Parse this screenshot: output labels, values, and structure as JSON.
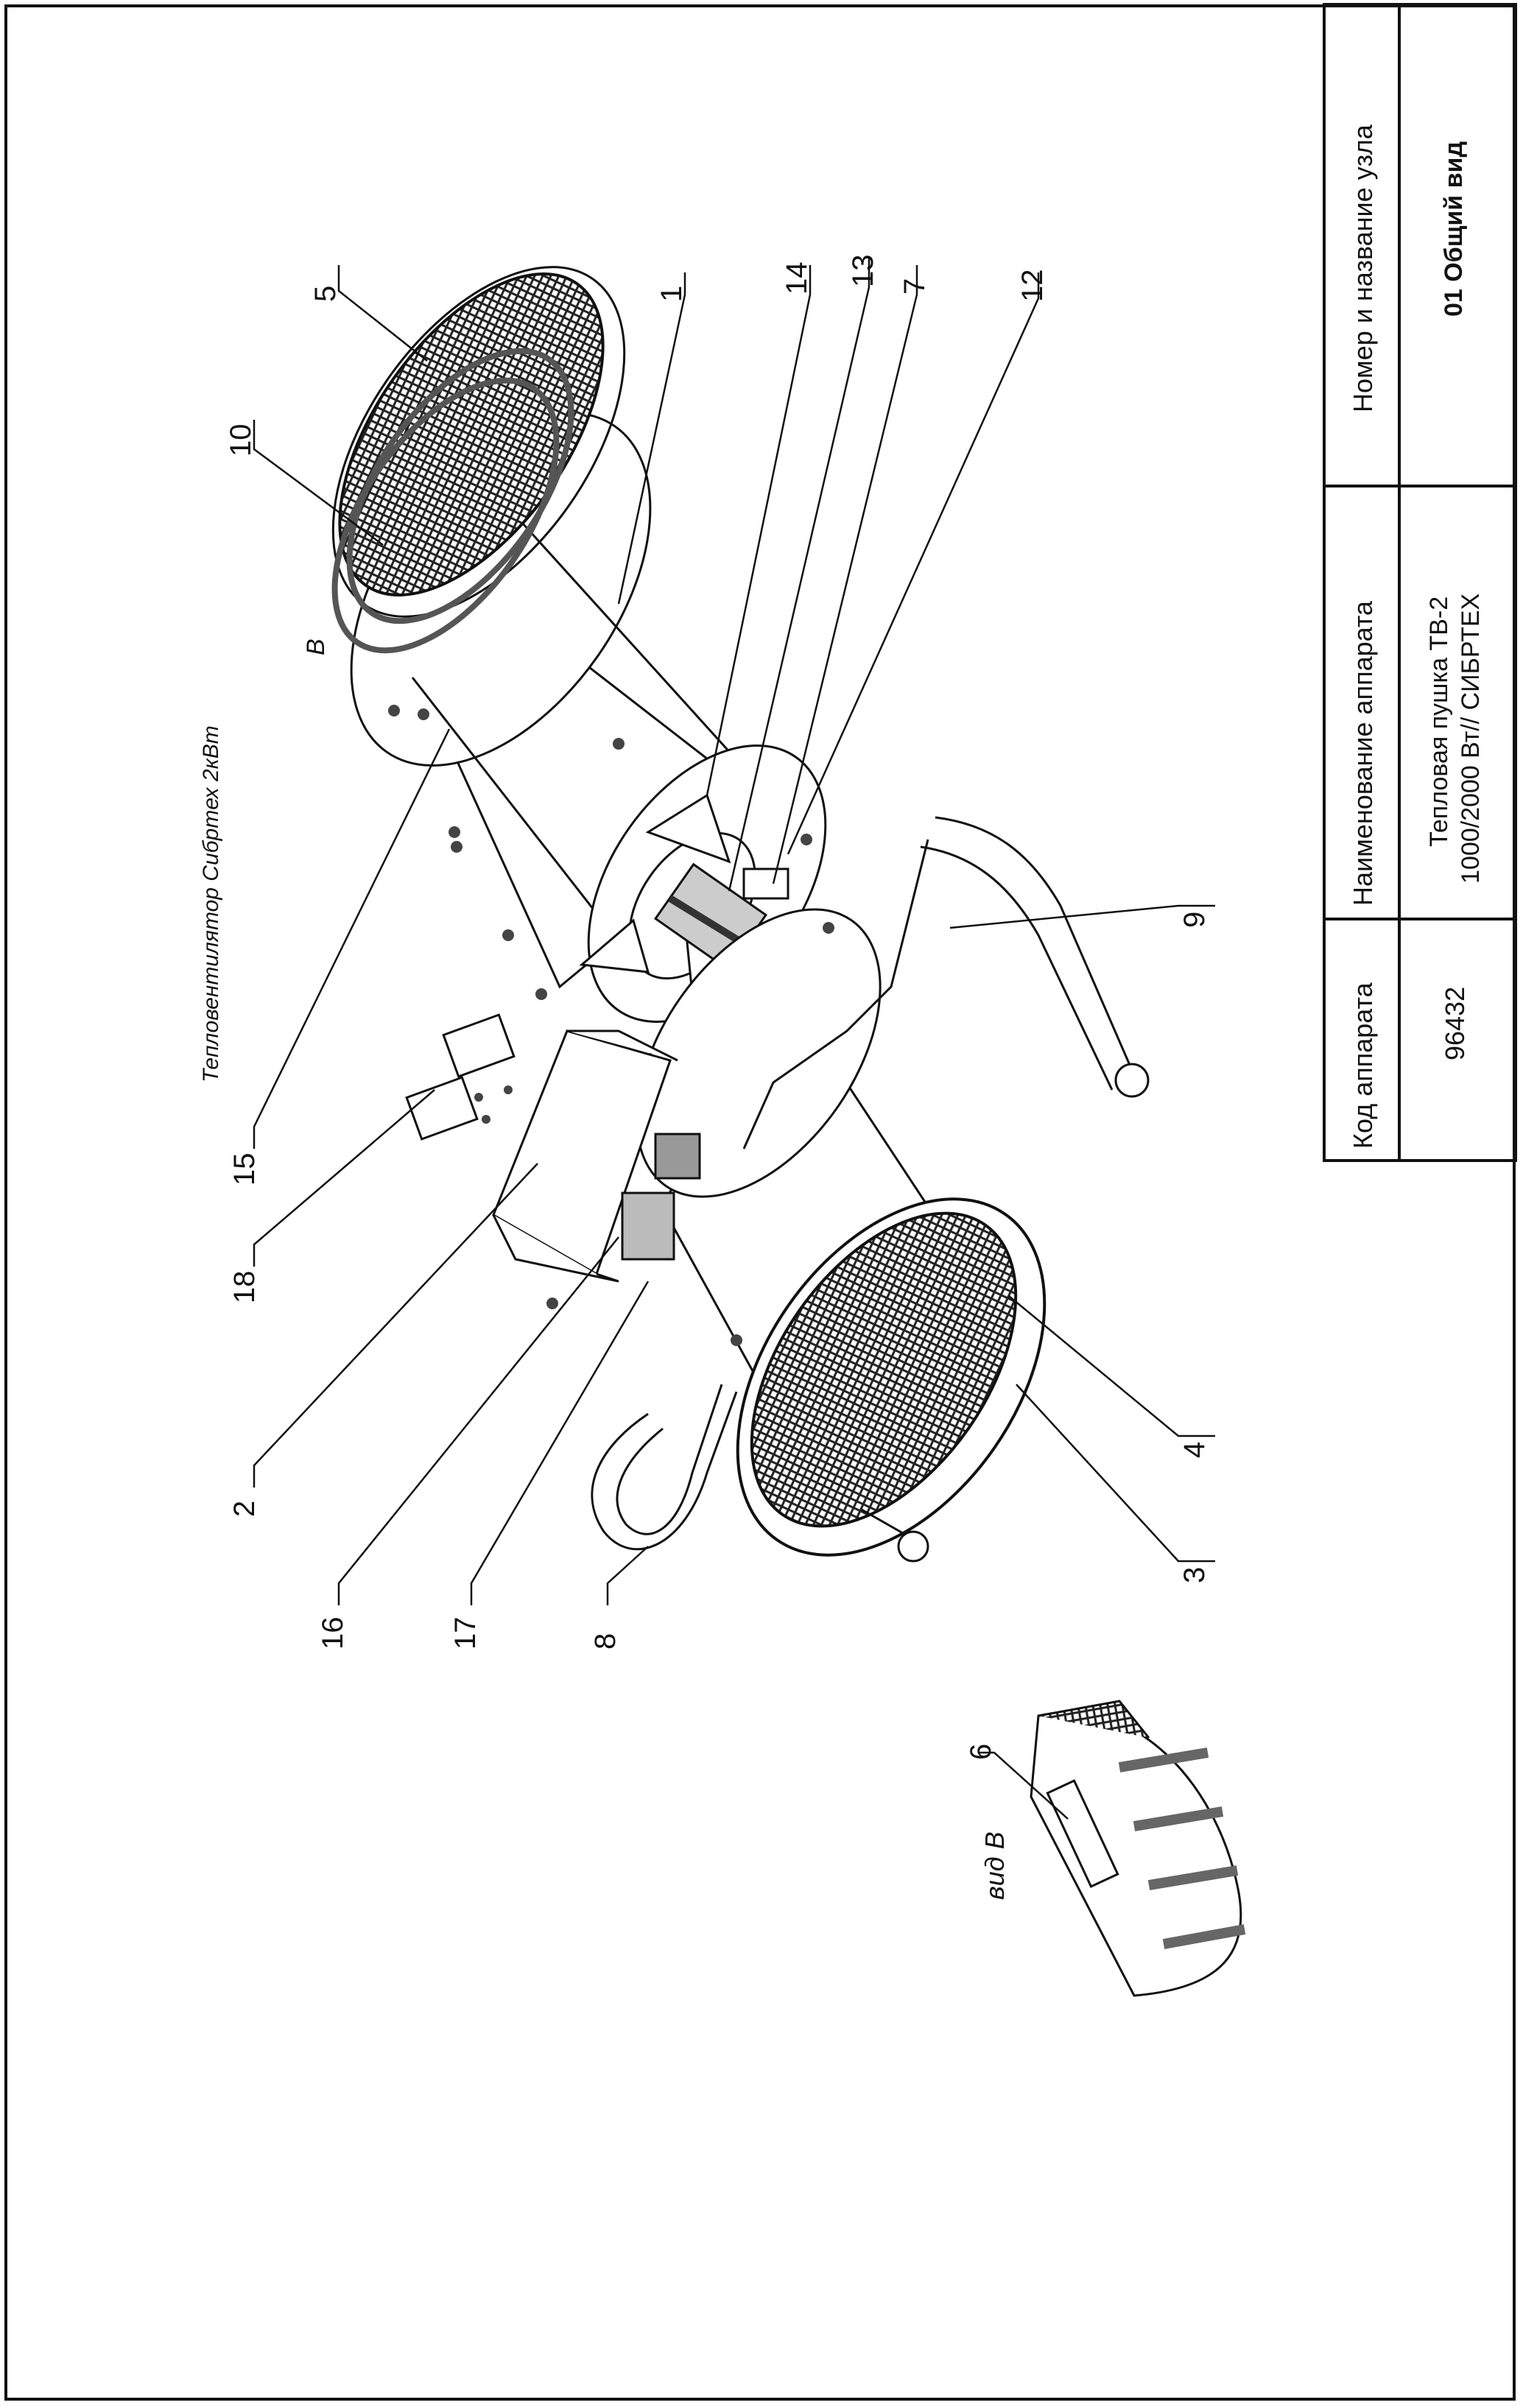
{
  "drawing_title": "Тепловентилятор Сибртех 2кВт",
  "view_marker": "В",
  "inset_title": "вид В",
  "title_block": {
    "code": {
      "header": "Код аппарата",
      "value": "96432"
    },
    "name": {
      "header": "Наименование аппарата",
      "value_line1": "Тепловая пушка ТВ-2",
      "value_line2": "1000/2000 Вт// СИБРТЕХ"
    },
    "unit": {
      "header": "Номер и название узла",
      "value": "01 Общий вид"
    }
  },
  "callouts": {
    "c1": "1",
    "c2": "2",
    "c3": "3",
    "c4": "4",
    "c5": "5",
    "c6": "6",
    "c7": "7",
    "c8": "8",
    "c9": "9",
    "c10": "10",
    "c12": "12",
    "c13": "13",
    "c14": "14",
    "c15": "15",
    "c16": "16",
    "c17": "17",
    "c18": "18"
  }
}
